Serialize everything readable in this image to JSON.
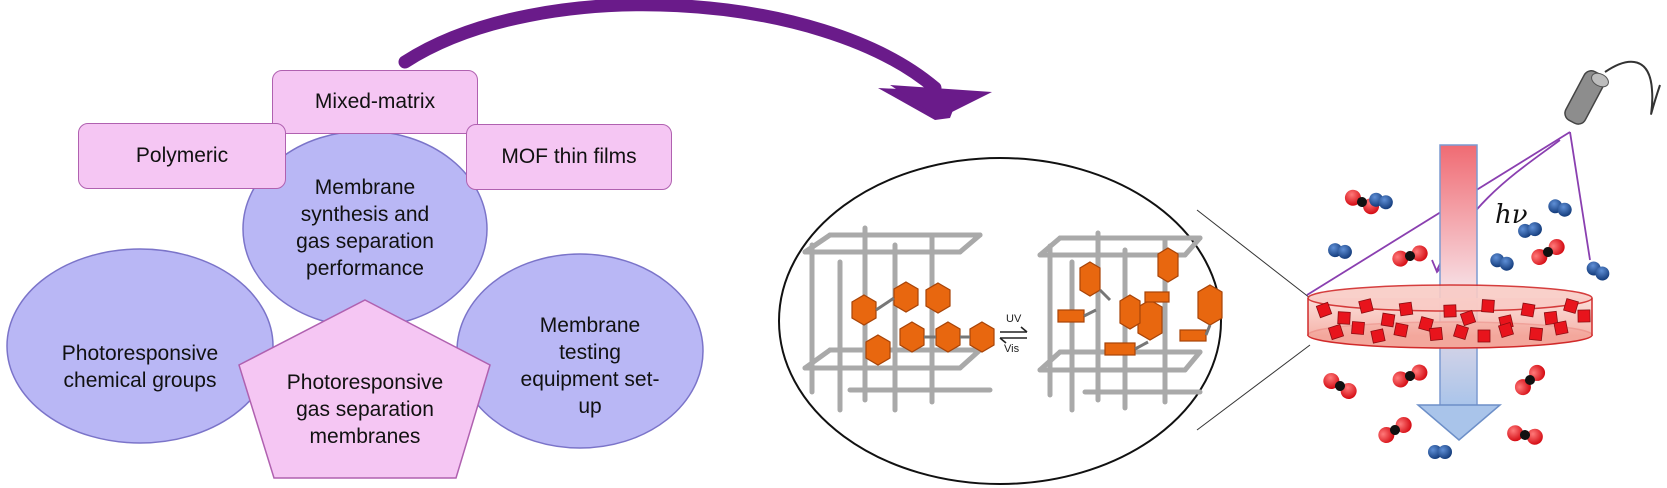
{
  "labels": {
    "mixed_matrix": "Mixed-matrix",
    "polymeric": "Polymeric",
    "mof_thin_films": "MOF thin films",
    "membrane_synthesis": "Membrane\nsynthesis and\ngas separation\nperformance",
    "photoresponsive_groups": "Photoresponsive\nchemical groups",
    "membrane_testing": "Membrane\ntesting\nequipment set-\nup",
    "center_pentagon": "Photoresponsive\ngas separation\nmembranes",
    "uv": "UV",
    "vis": "Vis",
    "hv": "hν"
  },
  "colors": {
    "pink_fill": "#f5c6f3",
    "pink_border": "#b061b0",
    "lavender_fill": "#b9b7f5",
    "arrow_purple": "#6a1b8a",
    "hexagon_orange": "#e8670f",
    "molecule_red": "#e8141c",
    "molecule_blue": "#1f4f96"
  }
}
